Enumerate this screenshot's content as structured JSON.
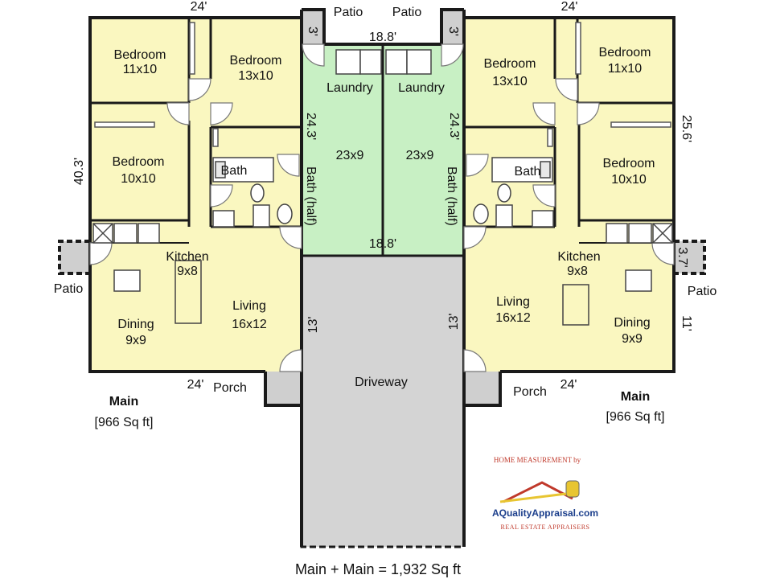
{
  "colors": {
    "living_fill": "#faf7c0",
    "laundry_fill": "#c8f0c4",
    "driveway_fill": "#d4d4d4",
    "patio_fill": "#cfcfcf",
    "wall": "#1a1a1a",
    "logo_red": "#c0392b",
    "logo_blue": "#1c3f8c"
  },
  "left": {
    "bedroom_nw": {
      "name": "Bedroom",
      "size": "11x10"
    },
    "bedroom_ne": {
      "name": "Bedroom",
      "size": "13x10"
    },
    "bedroom_w": {
      "name": "Bedroom",
      "size": "10x10"
    },
    "bath": "Bath",
    "bath_half": "Bath (half)",
    "laundry": {
      "name": "Laundry",
      "size": "23x9"
    },
    "kitchen": {
      "name": "Kitchen",
      "size": "9x8"
    },
    "living": {
      "name": "Living",
      "size": "16x12"
    },
    "dining": {
      "name": "Dining",
      "size": "9x9"
    },
    "patio_side": "Patio",
    "patio_top": "Patio",
    "porch": "Porch",
    "main_title": "Main",
    "main_area": "[966 Sq ft]",
    "dims": {
      "top": "24'",
      "left_side": "40.3'",
      "bottom": "24'",
      "laundry": "24.3'",
      "closet": "3'",
      "garage": "13'"
    }
  },
  "right": {
    "bedroom_ne": {
      "name": "Bedroom",
      "size": "11x10"
    },
    "bedroom_nw": {
      "name": "Bedroom",
      "size": "13x10"
    },
    "bedroom_e": {
      "name": "Bedroom",
      "size": "10x10"
    },
    "bath": "Bath",
    "bath_half": "Bath (half)",
    "laundry": {
      "name": "Laundry",
      "size": "23x9"
    },
    "kitchen": {
      "name": "Kitchen",
      "size": "9x8"
    },
    "living": {
      "name": "Living",
      "size": "16x12"
    },
    "dining": {
      "name": "Dining",
      "size": "9x9"
    },
    "patio_side": "Patio",
    "patio_top": "Patio",
    "porch": "Porch",
    "main_title": "Main",
    "main_area": "[966 Sq ft]",
    "dims": {
      "top": "24'",
      "right_side": "25.6'",
      "bottom": "24'",
      "laundry": "24.3'",
      "closet": "3'",
      "patio_side": "3.7'",
      "dining_side": "11'",
      "garage": "13'"
    }
  },
  "center": {
    "laundry_width": "18.8'",
    "mid_width": "18.8'",
    "driveway": "Driveway"
  },
  "logo": {
    "line1": "HOME MEASUREMENT by",
    "line2": "AQualityAppraisal.com",
    "line3": "REAL ESTATE APPRAISERS"
  },
  "total": "Main + Main = 1,932 Sq ft"
}
